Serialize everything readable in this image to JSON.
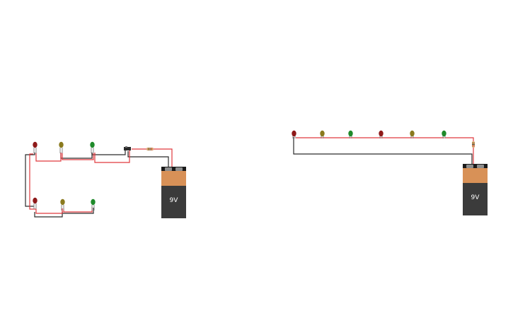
{
  "colors": {
    "background": "#ffffff",
    "wire_red": "#e0393e",
    "wire_black": "#2b2b2b",
    "led_red": "#8e1a1a",
    "led_yellow": "#8a7a1e",
    "led_green": "#1f8a2a",
    "led_leg": "#8a8a8a",
    "battery_body": "#3b3b3b",
    "battery_band": "#d89157",
    "battery_cap": "#1a1a1a",
    "battery_terminal": "#8d8d8d",
    "resistor_body": "#d8b47a"
  },
  "circuit_left": {
    "battery": {
      "label": "9V",
      "icon": "battery-9v-icon"
    },
    "components": [
      "led-red",
      "led-yellow",
      "led-green",
      "led-red",
      "led-yellow",
      "led-green",
      "switch",
      "resistor"
    ]
  },
  "circuit_right": {
    "battery": {
      "label": "9V",
      "icon": "battery-9v-icon"
    },
    "components": [
      "led-red",
      "led-yellow",
      "led-green",
      "led-red",
      "led-yellow",
      "led-green",
      "resistor"
    ]
  }
}
